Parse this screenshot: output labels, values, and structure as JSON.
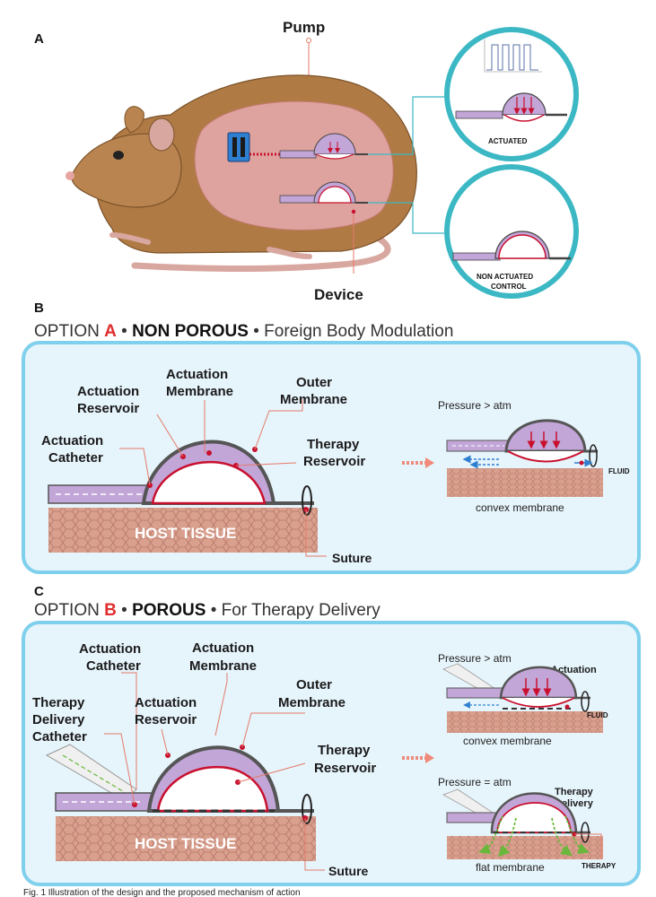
{
  "panel_a": {
    "letter": "A",
    "pump_label": "Pump",
    "device_label": "Device",
    "actuated_label": "ACTUATED",
    "control_label_1": "NON ACTUATED",
    "control_label_2": "CONTROL"
  },
  "panel_b": {
    "letter": "B",
    "header": {
      "option": "OPTION ",
      "option_letter": "A",
      "sep1": " • ",
      "type": "NON POROUS",
      "sep2": " • ",
      "purpose": "Foreign Body Modulation"
    },
    "labels": {
      "actuation_membrane_1": "Actuation",
      "actuation_membrane_2": "Membrane",
      "actuation_reservoir_1": "Actuation",
      "actuation_reservoir_2": "Reservoir",
      "outer_membrane_1": "Outer",
      "outer_membrane_2": "Membrane",
      "actuation_catheter_1": "Actuation",
      "actuation_catheter_2": "Catheter",
      "therapy_reservoir_1": "Therapy",
      "therapy_reservoir_2": "Reservoir",
      "host_tissue": "HOST TISSUE",
      "suture": "Suture",
      "pressure": "Pressure > atm",
      "fluid": "FLUID",
      "convex": "convex membrane"
    }
  },
  "panel_c": {
    "letter": "C",
    "header": {
      "option": "OPTION ",
      "option_letter": "B",
      "sep1": "  •  ",
      "type": "POROUS",
      "sep2": "  •  ",
      "purpose": "For Therapy Delivery"
    },
    "labels": {
      "actuation_catheter_1": "Actuation",
      "actuation_catheter_2": "Catheter",
      "actuation_membrane_1": "Actuation",
      "actuation_membrane_2": "Membrane",
      "therapy_delivery_catheter_1": "Therapy",
      "therapy_delivery_catheter_2": "Delivery",
      "therapy_delivery_catheter_3": "Catheter",
      "actuation_reservoir_1": "Actuation",
      "actuation_reservoir_2": "Reservoir",
      "outer_membrane_1": "Outer",
      "outer_membrane_2": "Membrane",
      "therapy_reservoir_1": "Therapy",
      "therapy_reservoir_2": "Reservoir",
      "host_tissue": "HOST TISSUE",
      "suture": "Suture",
      "pressure_gt": "Pressure > atm",
      "actuation": "Actuation",
      "fluid": "FLUID",
      "convex": "convex membrane",
      "pressure_eq": "Pressure = atm",
      "therapy_delivery_1": "Therapy",
      "therapy_delivery_2": "Delivery",
      "flat": "flat membrane",
      "therapy": "THERAPY"
    }
  },
  "colors": {
    "panel_bg": "#e6f4fb",
    "panel_border": "#7fd0ec",
    "purple": "#c3a6d8",
    "red_membrane": "#c8102e",
    "tissue": "#d9a08e",
    "rat_body": "#b07a45",
    "teal": "#3bb8c4"
  },
  "caption": "Fig. 1 Illustration of the design and the proposed mechanism of action"
}
